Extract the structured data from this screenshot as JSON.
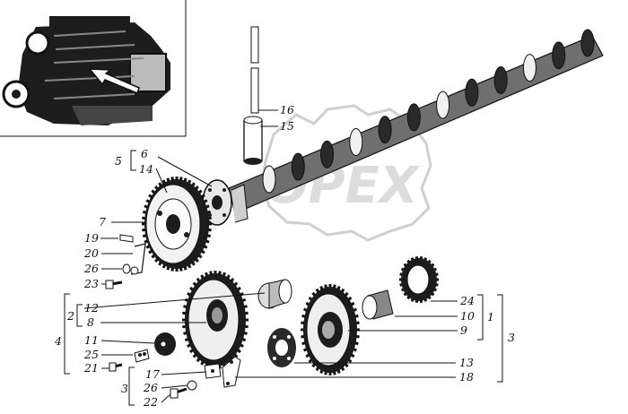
{
  "callouts": {
    "c1": "1",
    "c2": "2",
    "c3": "3",
    "c3b": "3",
    "c4": "4",
    "c5": "5",
    "c6": "6",
    "c7": "7",
    "c8": "8",
    "c9": "9",
    "c10": "10",
    "c11": "11",
    "c12": "12",
    "c13": "13",
    "c14": "14",
    "c15": "15",
    "c16": "16",
    "c17": "17",
    "c18": "18",
    "c19": "19",
    "c20": "20",
    "c21": "21",
    "c22": "22",
    "c23": "23",
    "c24": "24",
    "c25": "25",
    "c26a": "26",
    "c26b": "26"
  },
  "watermark": {
    "text": "OPEX"
  },
  "inset": {
    "icon": "engine-icon"
  }
}
